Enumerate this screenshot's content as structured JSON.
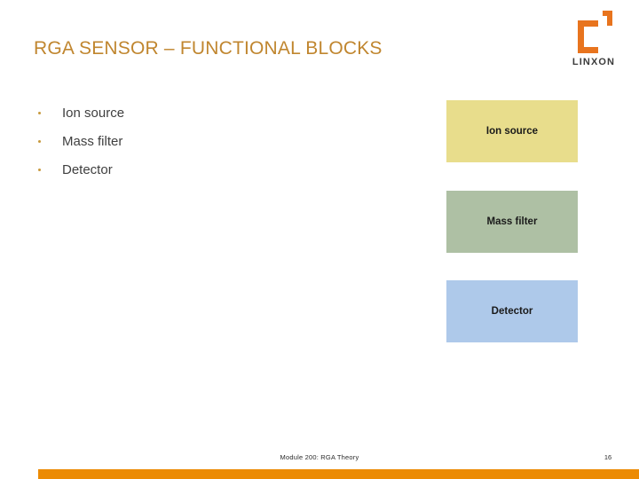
{
  "slide": {
    "title": "RGA SENSOR – FUNCTIONAL BLOCKS",
    "title_color": "#c0862f",
    "background": "#ffffff"
  },
  "logo": {
    "name": "linxon-logo",
    "text": "LINXON",
    "mark_icon": "bracket-square-icon",
    "mark_color": "#e8741e",
    "text_color": "#3b3b3b"
  },
  "bullets": [
    {
      "label": "Ion source",
      "bullet_icon": "dot-bullet-icon"
    },
    {
      "label": "Mass filter",
      "bullet_icon": "dot-bullet-icon"
    },
    {
      "label": "Detector",
      "bullet_icon": "dot-bullet-icon"
    }
  ],
  "blocks": [
    {
      "label": "Ion source",
      "color": "#e8dd8c"
    },
    {
      "label": "Mass filter",
      "color": "#aec0a4"
    },
    {
      "label": "Detector",
      "color": "#aec9ea"
    }
  ],
  "footer": {
    "note": "Module 200: RGA Theory",
    "page_number": "16",
    "bar_color": "#ec8b04"
  }
}
